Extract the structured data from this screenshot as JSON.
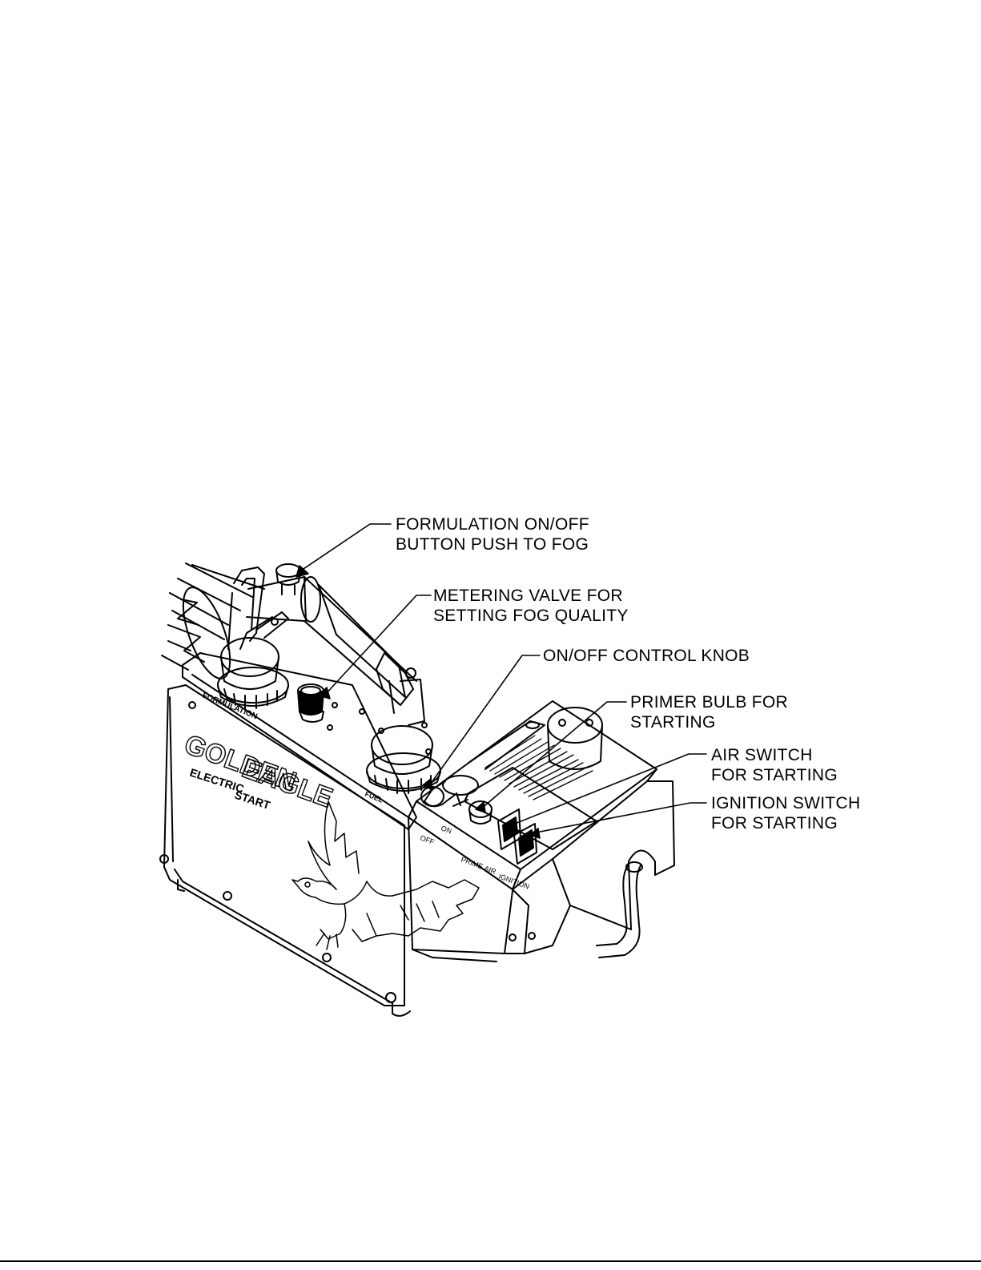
{
  "callouts": {
    "formulation": {
      "line1": "FORMULATION ON/OFF",
      "line2": "BUTTON PUSH TO FOG"
    },
    "metering": {
      "line1": "METERING VALVE FOR",
      "line2": "SETTING FOG QUALITY"
    },
    "control_knob": {
      "line1": "ON/OFF CONTROL KNOB"
    },
    "primer": {
      "line1": "PRIMER BULB FOR",
      "line2": "STARTING"
    },
    "air_switch": {
      "line1": "AIR SWITCH",
      "line2": "FOR STARTING"
    },
    "ignition_switch": {
      "line1": "IGNITION SWITCH",
      "line2": "FOR STARTING"
    }
  },
  "machine_labels": {
    "brand_line1": "GOLDEN",
    "brand_line2": "EAGLE",
    "electric": "ELECTRIC",
    "start": "START",
    "formulation_tank": "FORMULATION",
    "fuel_tank": "FUEL",
    "panel_off": "OFF",
    "panel_on": "ON",
    "panel_prime": "PRIME",
    "panel_air": "AIR",
    "panel_ignition": "IGNITION"
  }
}
